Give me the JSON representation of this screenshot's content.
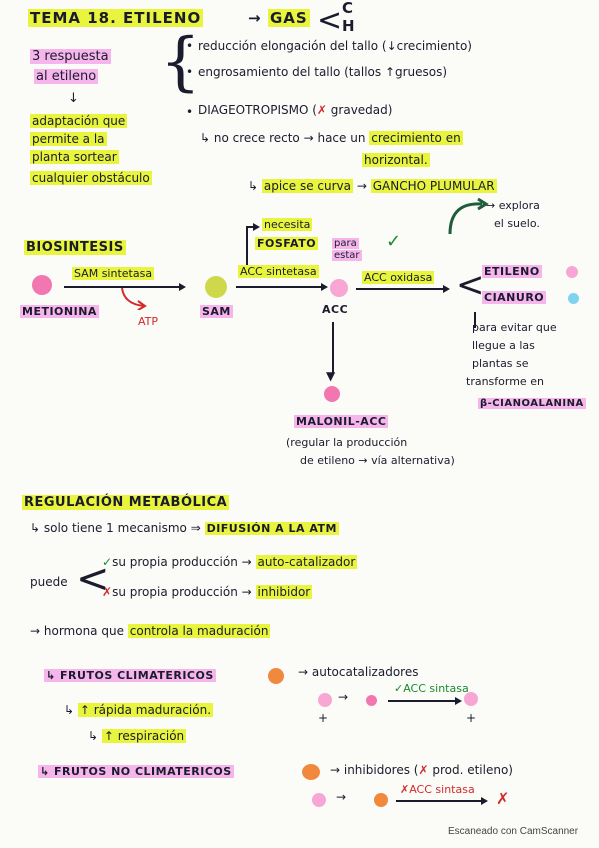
{
  "title": {
    "main": "TEMA 18. ETILENO",
    "arrow": "→",
    "gas": "GAS",
    "lt": "<",
    "c": "C",
    "h": "H"
  },
  "responses": {
    "label_1": "3 respuesta",
    "label_2": "al etileno",
    "arrow": "↓",
    "adapt_1": "adaptación que",
    "adapt_2": "permite a la",
    "adapt_3": "planta sortear",
    "adapt_4": "cualquier obstáculo",
    "brace": "{",
    "b1_dot": "•",
    "b1": "reducción elongación del tallo (↓crecimiento)",
    "b2_dot": "•",
    "b2": "engrosamiento del tallo (tallos ↑gruesos)",
    "b3_dot": "•",
    "b3_a": "DIAGEOTROPISMO (",
    "b3_x": "✗",
    "b3_b": " gravedad)",
    "b3_sub1_a": "↳ no crece recto → hace un ",
    "b3_sub1_b": "crecimiento en",
    "b3_sub2": "horizontal.",
    "b3_sub3_a": "↳ ",
    "b3_sub3_b": "apice se curva",
    "b3_sub3_c": " → ",
    "b3_sub3_d": "GANCHO PLUMULAR",
    "explore_1": "→ explora",
    "explore_2": "el suelo."
  },
  "biosynthesis": {
    "title": "BIOSINTESIS",
    "needs_1": "necesita",
    "needs_2": "FOSFATO",
    "needs_3": "para",
    "needs_4": "estar",
    "check": "✓",
    "metionina": "METIONINA",
    "sam_enzyme": "SAM sintetasa",
    "atp": "ATP",
    "sam": "SAM",
    "acc_enzyme": "ACC sintetasa",
    "acc": "ACC",
    "oxidase": "ACC oxidasa",
    "lt": "<",
    "etileno": "ETILENO",
    "cianuro": "CIANURO",
    "avoid_1": "para evitar que",
    "avoid_2": "llegue a las",
    "avoid_3": "plantas se",
    "avoid_4": "transforme en",
    "beta": "β-CIANOALANINA",
    "malonil": "MALONIL-ACC",
    "regulate_1": "(regular la producción",
    "regulate_2": "de etileno → vía alternativa)"
  },
  "regulation": {
    "title": "REGULACIÓN METABÓLICA",
    "only_a": "↳ solo tiene 1 mecanismo ⇒ ",
    "only_b": "DIFUSIÓN A LA ATM",
    "can": "puede",
    "lt": "<",
    "own_check": "✓",
    "own_a": "su propia producción → ",
    "own_b": "auto-catalizador",
    "own_x": "✗",
    "inh_a": "su propia producción → ",
    "inh_b": "inhibidor",
    "hormone_a": "→ hormona que ",
    "hormone_b": "controla la maduración",
    "clim": "↳ FRUTOS CLIMATERICOS",
    "clim_arrow": "→ autocatalizadores",
    "clim_row_arrow": "→",
    "clim_enzyme": "✓ACC sintasa",
    "plus_1": "+",
    "plus_2": "+",
    "clim_sub1_a": "↳ ",
    "clim_sub1_b": "↑ rápida maduración.",
    "clim_sub2_a": "↳ ",
    "clim_sub2_b": "↑ respiración",
    "nonclim": "↳ FRUTOS NO CLIMATERICOS",
    "nonclim_arrow_a": "→ inhibidores (",
    "nonclim_x": "✗",
    "nonclim_arrow_b": " prod. etileno)",
    "nonclim_row_arrow": "→",
    "nonclim_enzyme": "✗ACC sintasa",
    "nonclim_x2": "✗"
  },
  "footer": "Escaneado con CamScanner",
  "colors": {
    "highlight_green": "#e8f53c",
    "highlight_pink": "#f6b6ec",
    "dot_pink": "#f277b0",
    "dot_yellow": "#cfd84a",
    "dot_light_pink": "#f8a6d3",
    "dot_blue": "#7fd3f2",
    "arrow_dark_green": "#1e5c3a",
    "red": "#d12b2b",
    "orange": "#f0883e"
  }
}
